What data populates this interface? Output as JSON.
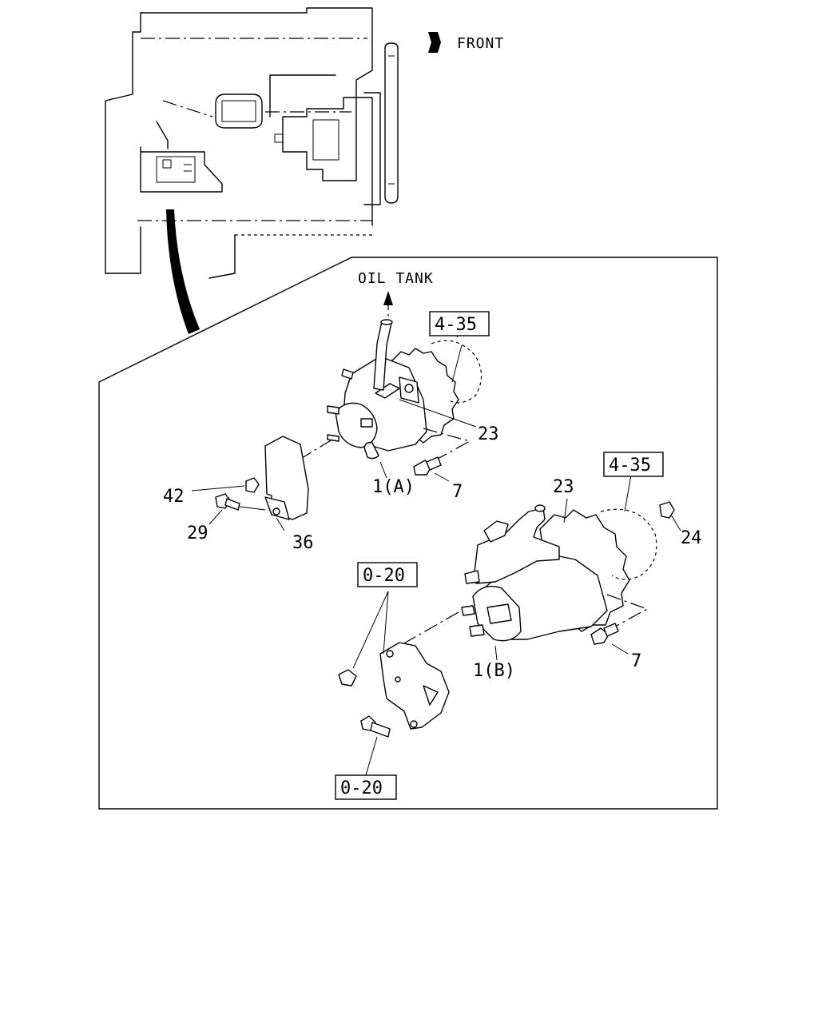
{
  "labels": {
    "front": "FRONT",
    "oil_tank": "OIL TANK",
    "ref_4_35_a": "4-35",
    "ref_4_35_b": "4-35",
    "ref_0_20_a": "0-20",
    "ref_0_20_b": "0-20",
    "p23_a": "23",
    "p23_b": "23",
    "p1a": "1(A)",
    "p1b": "1(B)",
    "p7_a": "7",
    "p7_b": "7",
    "p42": "42",
    "p29": "29",
    "p36": "36",
    "p24": "24"
  }
}
